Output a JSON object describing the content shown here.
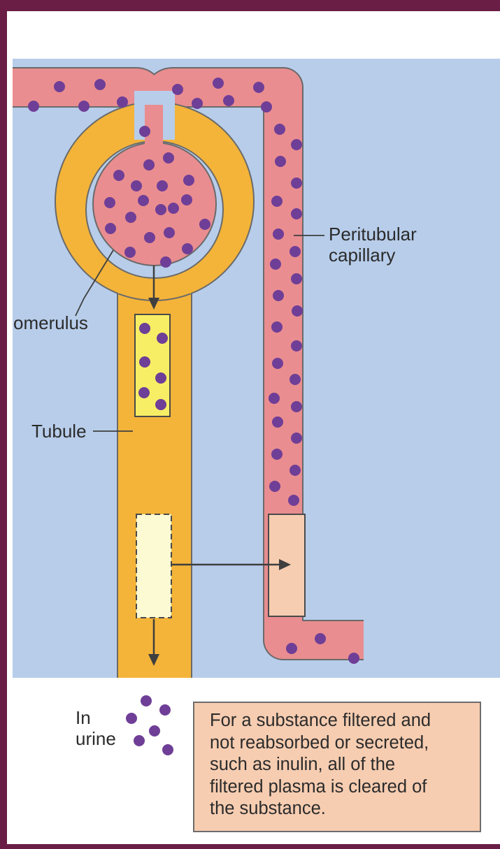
{
  "labels": {
    "glomerulus": "omerulus",
    "tubule": "Tubule",
    "peritubular_capillary": "Peritubular\ncapillary",
    "in_urine": "In\nurine"
  },
  "note_text": "For a substance filtered and\nnot reabsorbed or secreted,\nsuch as inulin, all of the\nfiltered plasma is cleared of\nthe substance.",
  "colors": {
    "frame": "#6b1e45",
    "background": "#b7cdea",
    "paper": "#ffffff",
    "blood": "#ea8d90",
    "tubule": "#f3b439",
    "filtrate_box": "#f7ee66",
    "cleared_box": "#fbfad2",
    "capillary_box": "#f7cdb2",
    "particle": "#6f3e96",
    "line": "#3f3f3f"
  }
}
